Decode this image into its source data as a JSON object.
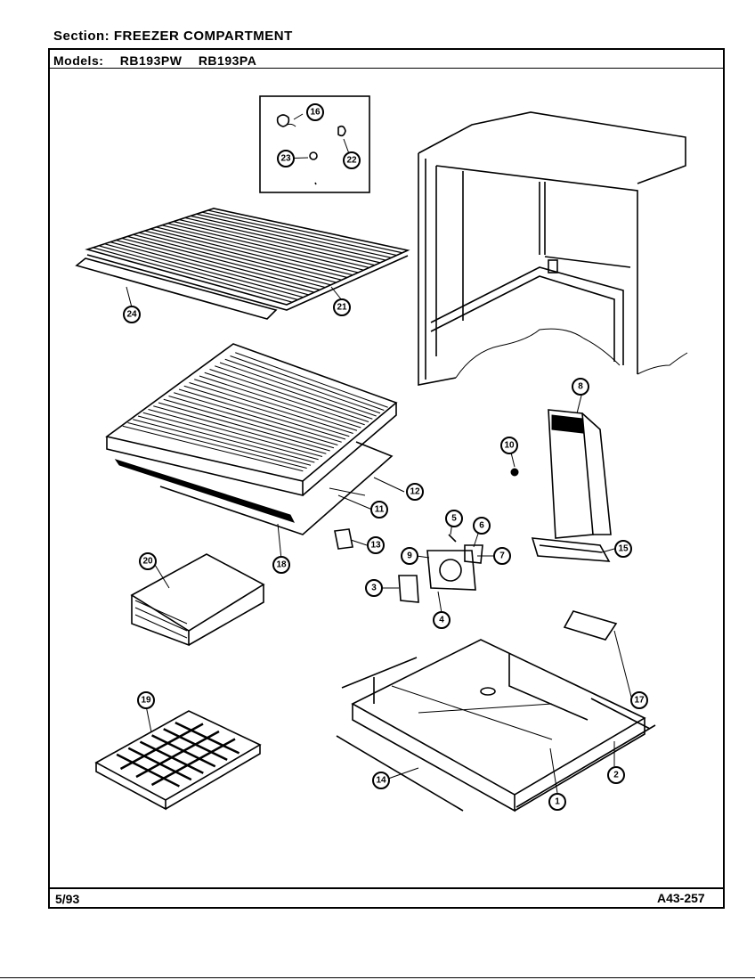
{
  "header": {
    "section_label": "Section:",
    "section_value": "FREEZER COMPARTMENT",
    "models_label": "Models:",
    "models": [
      "RB193PW",
      "RB193PA"
    ]
  },
  "footer": {
    "date": "5/93",
    "doc_number": "A43-257"
  },
  "callouts": [
    "1",
    "2",
    "3",
    "4",
    "5",
    "6",
    "7",
    "8",
    "9",
    "10",
    "11",
    "12",
    "13",
    "14",
    "15",
    "16",
    "17",
    "18",
    "19",
    "20",
    "21",
    "22",
    "23",
    "24"
  ]
}
